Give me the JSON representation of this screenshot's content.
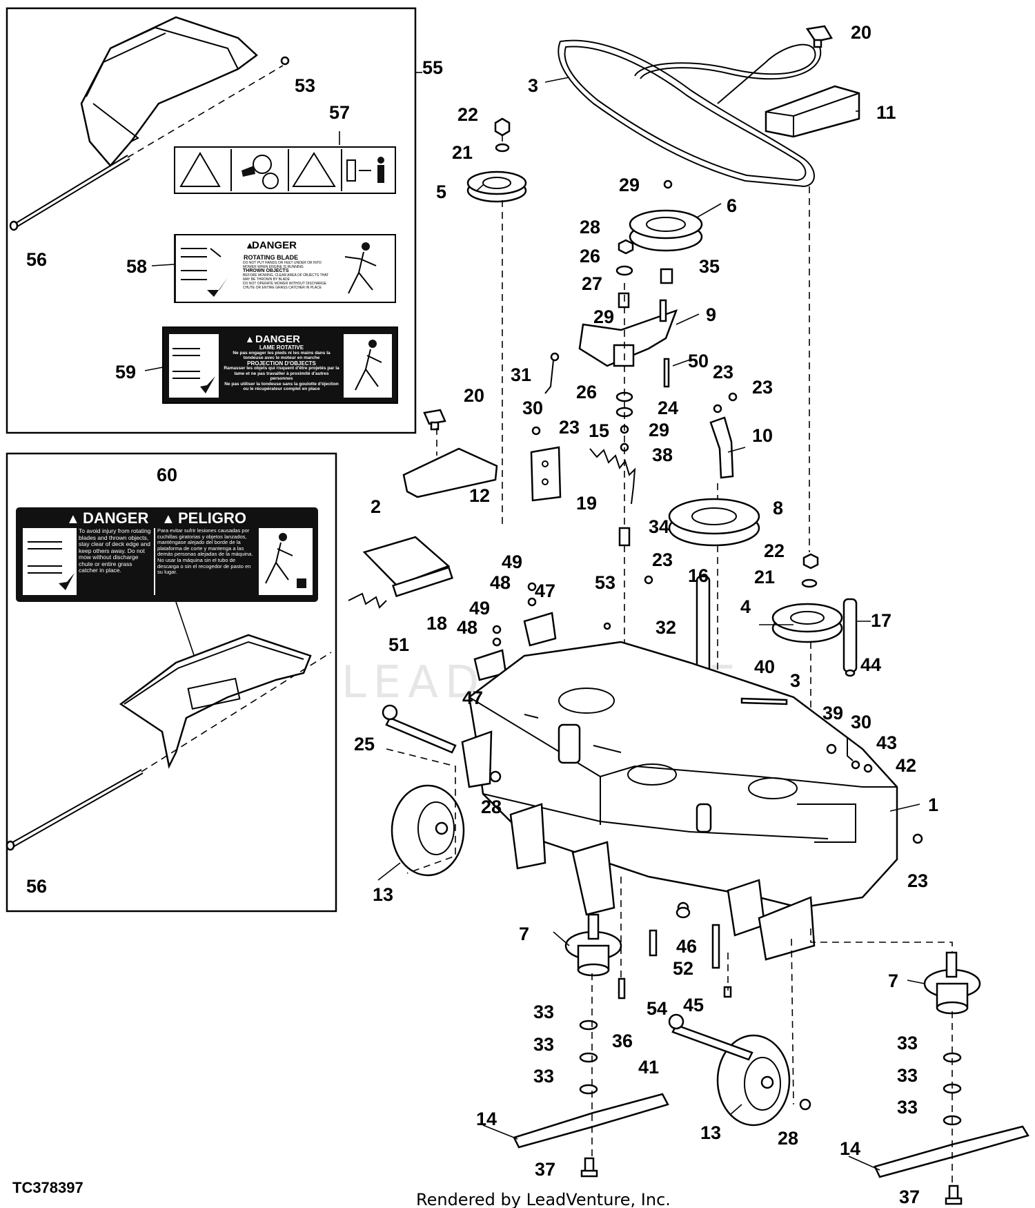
{
  "figure_id": "TC378397",
  "footer": "Rendered by LeadVenture, Inc.",
  "watermark": "LEADVENTURE",
  "labels": {
    "l57": {
      "icons": [
        "warning-triangle-icon",
        "rotating-blade-icon",
        "thrown-objects-icon",
        "keep-away-icon"
      ]
    },
    "l58": {
      "title": "DANGER",
      "heading1": "ROTATING BLADE",
      "text1": "DO NOT PUT HANDS OR FEET UNDER OR INTO MOWER WHEN ENGINE IS RUNNING",
      "heading2": "THROWN OBJECTS",
      "text2": "BEFORE MOWING, CLEAR AREA OF OBJECTS THAT MAY BE THROWN BY BLADE",
      "text3": "DO NOT OPERATE MOWER WITHOUT DISCHARGE CHUTE OR ENTIRE GRASS CATCHER IN PLACE"
    },
    "l59": {
      "title": "DANGER",
      "heading1": "LAME ROTATIVE",
      "text1": "Ne pas engager les pieds ni les mains dans la tondeuse avec le moteur en marche",
      "heading2": "PROJECTION D'OBJECTS",
      "text2": "Ramasser les objets qui risquent d'être projetés par la lame et ne pas travailler à proximité d'autres personnes",
      "text3": "Ne pas utiliser la tondeuse sans la goulotte d'éjection ou le récupérateur complet en place"
    },
    "l60": {
      "title_en": "DANGER",
      "title_es": "PELIGRO",
      "text_en": "To avoid injury from rotating blades and thrown objects, stay clear of deck edge and keep others away. Do not mow without discharge chute or entire grass catcher in place.",
      "text_es": "Para evitar sufrir lesiones causadas por cuchillas giratorias y objetos lanzados, manténgase alejado del borde de la plataforma de corte y mantenga a las demás personas alejadas de la máquina. No usar la máquina sin el tubo de descarga o sin el recogedor de pasto en su lugar."
    }
  },
  "callouts": [
    {
      "id": "c55",
      "text": "55"
    },
    {
      "id": "c53a",
      "text": "53"
    },
    {
      "id": "c57",
      "text": "57"
    },
    {
      "id": "c56a",
      "text": "56"
    },
    {
      "id": "c58",
      "text": "58"
    },
    {
      "id": "c59",
      "text": "59"
    },
    {
      "id": "c60",
      "text": "60"
    },
    {
      "id": "c2",
      "text": "2"
    },
    {
      "id": "c18",
      "text": "18"
    },
    {
      "id": "c51",
      "text": "51"
    },
    {
      "id": "c56b",
      "text": "56"
    },
    {
      "id": "c3a",
      "text": "3"
    },
    {
      "id": "c20a",
      "text": "20"
    },
    {
      "id": "c11",
      "text": "11"
    },
    {
      "id": "c22a",
      "text": "22"
    },
    {
      "id": "c21a",
      "text": "21"
    },
    {
      "id": "c5",
      "text": "5"
    },
    {
      "id": "c29a",
      "text": "29"
    },
    {
      "id": "c6",
      "text": "6"
    },
    {
      "id": "c28a",
      "text": "28"
    },
    {
      "id": "c26a",
      "text": "26"
    },
    {
      "id": "c35",
      "text": "35"
    },
    {
      "id": "c27",
      "text": "27"
    },
    {
      "id": "c29b",
      "text": "29"
    },
    {
      "id": "c9",
      "text": "9"
    },
    {
      "id": "c31",
      "text": "31"
    },
    {
      "id": "c50",
      "text": "50"
    },
    {
      "id": "c23a",
      "text": "23"
    },
    {
      "id": "c23b",
      "text": "23"
    },
    {
      "id": "c30a",
      "text": "30"
    },
    {
      "id": "c26b",
      "text": "26"
    },
    {
      "id": "c24",
      "text": "24"
    },
    {
      "id": "c20b",
      "text": "20"
    },
    {
      "id": "c23c",
      "text": "23"
    },
    {
      "id": "c15",
      "text": "15"
    },
    {
      "id": "c29c",
      "text": "29"
    },
    {
      "id": "c10",
      "text": "10"
    },
    {
      "id": "c38",
      "text": "38"
    },
    {
      "id": "c12",
      "text": "12"
    },
    {
      "id": "c19",
      "text": "19"
    },
    {
      "id": "c8",
      "text": "8"
    },
    {
      "id": "c34",
      "text": "34"
    },
    {
      "id": "c49a",
      "text": "49"
    },
    {
      "id": "c48a",
      "text": "48"
    },
    {
      "id": "c47a",
      "text": "47"
    },
    {
      "id": "c53b",
      "text": "53"
    },
    {
      "id": "c23d",
      "text": "23"
    },
    {
      "id": "c22b",
      "text": "22"
    },
    {
      "id": "c16",
      "text": "16"
    },
    {
      "id": "c21b",
      "text": "21"
    },
    {
      "id": "c4",
      "text": "4"
    },
    {
      "id": "c17",
      "text": "17"
    },
    {
      "id": "c49b",
      "text": "49"
    },
    {
      "id": "c48b",
      "text": "48"
    },
    {
      "id": "c32",
      "text": "32"
    },
    {
      "id": "c44",
      "text": "44"
    },
    {
      "id": "c40",
      "text": "40"
    },
    {
      "id": "c3b",
      "text": "3"
    },
    {
      "id": "c47b",
      "text": "47"
    },
    {
      "id": "c39",
      "text": "39"
    },
    {
      "id": "c30b",
      "text": "30"
    },
    {
      "id": "c43",
      "text": "43"
    },
    {
      "id": "c42",
      "text": "42"
    },
    {
      "id": "c25",
      "text": "25"
    },
    {
      "id": "c1",
      "text": "1"
    },
    {
      "id": "c28b",
      "text": "28"
    },
    {
      "id": "c23e",
      "text": "23"
    },
    {
      "id": "c13a",
      "text": "13"
    },
    {
      "id": "c7a",
      "text": "7"
    },
    {
      "id": "c46",
      "text": "46"
    },
    {
      "id": "c52",
      "text": "52"
    },
    {
      "id": "c7b",
      "text": "7"
    },
    {
      "id": "c54",
      "text": "54"
    },
    {
      "id": "c45",
      "text": "45"
    },
    {
      "id": "c33a",
      "text": "33"
    },
    {
      "id": "c36",
      "text": "36"
    },
    {
      "id": "c33b",
      "text": "33"
    },
    {
      "id": "c41",
      "text": "41"
    },
    {
      "id": "c33c",
      "text": "33"
    },
    {
      "id": "c33d",
      "text": "33"
    },
    {
      "id": "c33e",
      "text": "33"
    },
    {
      "id": "c33f",
      "text": "33"
    },
    {
      "id": "c14a",
      "text": "14"
    },
    {
      "id": "c13b",
      "text": "13"
    },
    {
      "id": "c28c",
      "text": "28"
    },
    {
      "id": "c14b",
      "text": "14"
    },
    {
      "id": "c37a",
      "text": "37"
    },
    {
      "id": "c37b",
      "text": "37"
    }
  ]
}
